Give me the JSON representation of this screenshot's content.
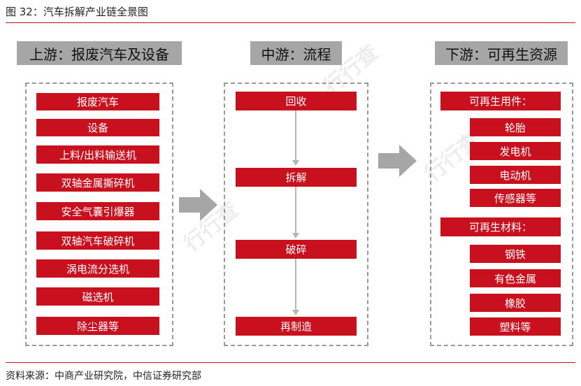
{
  "figure_title": "图 32：汽车拆解产业链全景图",
  "source": "资料来源：中商产业研究院，中信证券研究部",
  "watermark": "行行查",
  "upstream": {
    "header": "上游：报废汽车及设备",
    "items": [
      "报废汽车",
      "设备",
      "上料/出料输送机",
      "双轴金属撕碎机",
      "安全气囊引爆器",
      "双轴汽车破碎机",
      "涡电流分选机",
      "磁选机",
      "除尘器等"
    ]
  },
  "midstream": {
    "header": "中游：流程",
    "steps": [
      "回收",
      "拆解",
      "破碎",
      "再制造"
    ]
  },
  "downstream": {
    "header": "下游：可再生资源",
    "groups": [
      {
        "label": "可再生用件：",
        "items": [
          "轮胎",
          "发电机",
          "电动机",
          "传感器等"
        ]
      },
      {
        "label": "可再生材料：",
        "items": [
          "钢铁",
          "有色金属",
          "橡胶",
          "塑料等"
        ]
      }
    ]
  },
  "colors": {
    "accent_red": "#c8101e",
    "rule_red": "#c01418",
    "header_gray": "#a6a6a6",
    "arrow_gray": "#a6a6a6"
  }
}
